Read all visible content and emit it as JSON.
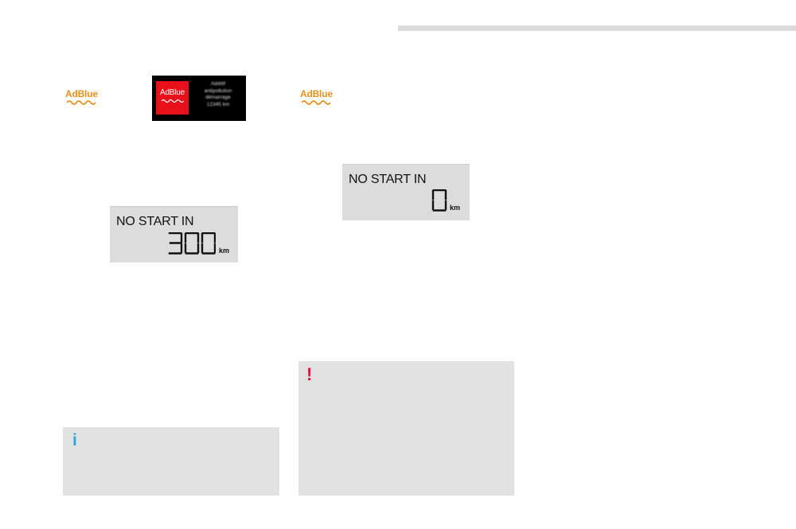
{
  "colors": {
    "adblue_orange": "#e8901a",
    "warning_red": "#e8101a",
    "info_blue": "#29a8e0",
    "caution_red": "#e8103a",
    "lcd_gray": "#dcdcdc",
    "note_gray": "#e1e1e1"
  },
  "adblue_logo_left": {
    "word": "AdBlue",
    "icon": "adblue-waves-icon"
  },
  "adblue_logo_right": {
    "word": "AdBlue",
    "icon": "adblue-waves-icon"
  },
  "warning_display": {
    "tile_word": "AdBlue",
    "message_lines": [
      "Additif",
      "antipollution",
      "démarrage",
      "12345 km"
    ]
  },
  "lcd_left": {
    "label": "NO START IN",
    "value": "300",
    "unit": "km"
  },
  "lcd_right": {
    "label": "NO START IN",
    "value": "0",
    "unit": "km"
  },
  "info_box": {
    "glyph": "i",
    "icon": "info-icon"
  },
  "warning_box": {
    "glyph": "!",
    "icon": "exclamation-icon"
  }
}
